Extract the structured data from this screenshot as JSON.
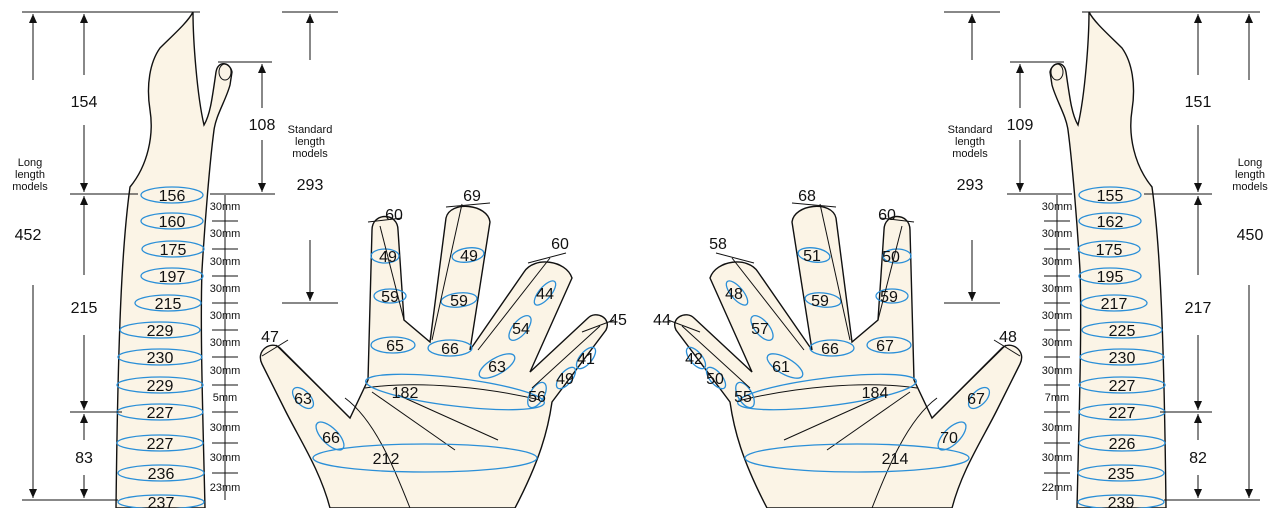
{
  "left": {
    "arm_circumferences": [
      "156",
      "160",
      "175",
      "197",
      "215",
      "229",
      "230",
      "229",
      "227",
      "227",
      "236",
      "237"
    ],
    "spacings": [
      "30mm",
      "30mm",
      "30mm",
      "30mm",
      "30mm",
      "30mm",
      "30mm",
      "5mm",
      "30mm",
      "30mm",
      "23mm"
    ],
    "thumb_tip_length": "154",
    "long_total": "452",
    "forearm_length": "215",
    "wrist_length": "83",
    "long_label": [
      "Long",
      "length",
      "models"
    ],
    "thumb_length": "108",
    "standard_total": "293",
    "standard_label": [
      "Standard",
      "length",
      "models"
    ],
    "hand": {
      "thumb_tip_w": "47",
      "thumb_mid": "63",
      "thumb_base": "66",
      "index_tip_w": "60",
      "index_mid": "49",
      "index_low": "59",
      "index_base": "65",
      "middle_tip_w": "69",
      "middle_mid": "49",
      "middle_low": "59",
      "middle_base": "66",
      "ring_tip_w": "60",
      "ring_mid": "44",
      "ring_low": "54",
      "ring_base": "63",
      "little_tip_w": "45",
      "little_mid": "41",
      "little_low": "49",
      "little_base": "56",
      "palm": "182",
      "wrist": "212"
    }
  },
  "right": {
    "arm_circumferences": [
      "155",
      "162",
      "175",
      "195",
      "217",
      "225",
      "230",
      "227",
      "227",
      "226",
      "235",
      "239"
    ],
    "spacings": [
      "30mm",
      "30mm",
      "30mm",
      "30mm",
      "30mm",
      "30mm",
      "30mm",
      "7mm",
      "30mm",
      "30mm",
      "22mm"
    ],
    "thumb_tip_length": "151",
    "long_total": "450",
    "forearm_length": "217",
    "wrist_length": "82",
    "long_label": [
      "Long",
      "length",
      "models"
    ],
    "thumb_length": "109",
    "standard_total": "293",
    "standard_label": [
      "Standard",
      "length",
      "models"
    ],
    "hand": {
      "thumb_tip_w": "48",
      "thumb_mid": "67",
      "thumb_base": "70",
      "index_tip_w": "60",
      "index_mid": "50",
      "index_low": "59",
      "index_base": "67",
      "middle_tip_w": "68",
      "middle_mid": "51",
      "middle_low": "59",
      "middle_base": "66",
      "ring_tip_w": "58",
      "ring_mid": "48",
      "ring_low": "57",
      "ring_base": "61",
      "little_tip_w": "44",
      "little_mid": "42",
      "little_low": "50",
      "little_base": "55",
      "palm": "184",
      "wrist": "214"
    }
  }
}
